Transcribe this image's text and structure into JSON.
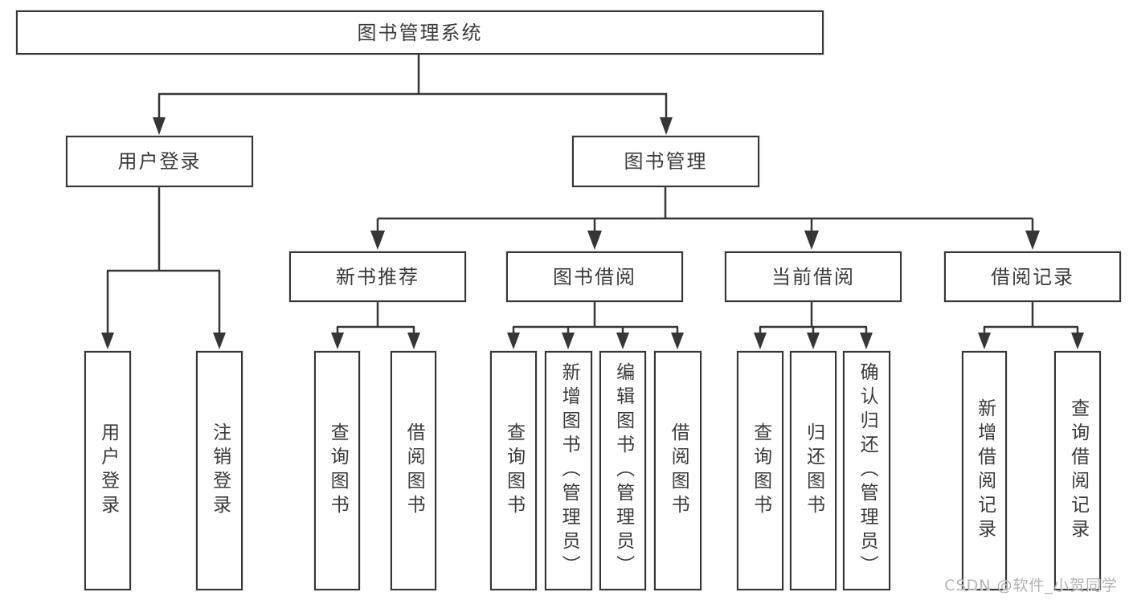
{
  "tree": {
    "label": "图书管理系统",
    "children": [
      {
        "label": "用户登录",
        "children": [
          {
            "label": "用户登录"
          },
          {
            "label": "注销登录"
          }
        ]
      },
      {
        "label": "图书管理",
        "children": [
          {
            "label": "新书推荐",
            "children": [
              {
                "label": "查询图书"
              },
              {
                "label": "借阅图书"
              }
            ]
          },
          {
            "label": "图书借阅",
            "children": [
              {
                "label": "查询图书"
              },
              {
                "label": "新增图书（管理员）"
              },
              {
                "label": "编辑图书（管理员）"
              },
              {
                "label": "借阅图书"
              }
            ]
          },
          {
            "label": "当前借阅",
            "children": [
              {
                "label": "查询图书"
              },
              {
                "label": "归还图书"
              },
              {
                "label": "确认归还（管理员）"
              }
            ]
          },
          {
            "label": "借阅记录",
            "children": [
              {
                "label": "新增借阅记录"
              },
              {
                "label": "查询借阅记录"
              }
            ]
          }
        ]
      }
    ]
  },
  "watermark": "CSDN @软件_小贺同学",
  "colors": {
    "line": "#363636",
    "box_border": "#363636",
    "box_fill": "#ffffff",
    "text": "#3a3a3a",
    "watermark": "#b3b3b3",
    "background": "#ffffff"
  }
}
